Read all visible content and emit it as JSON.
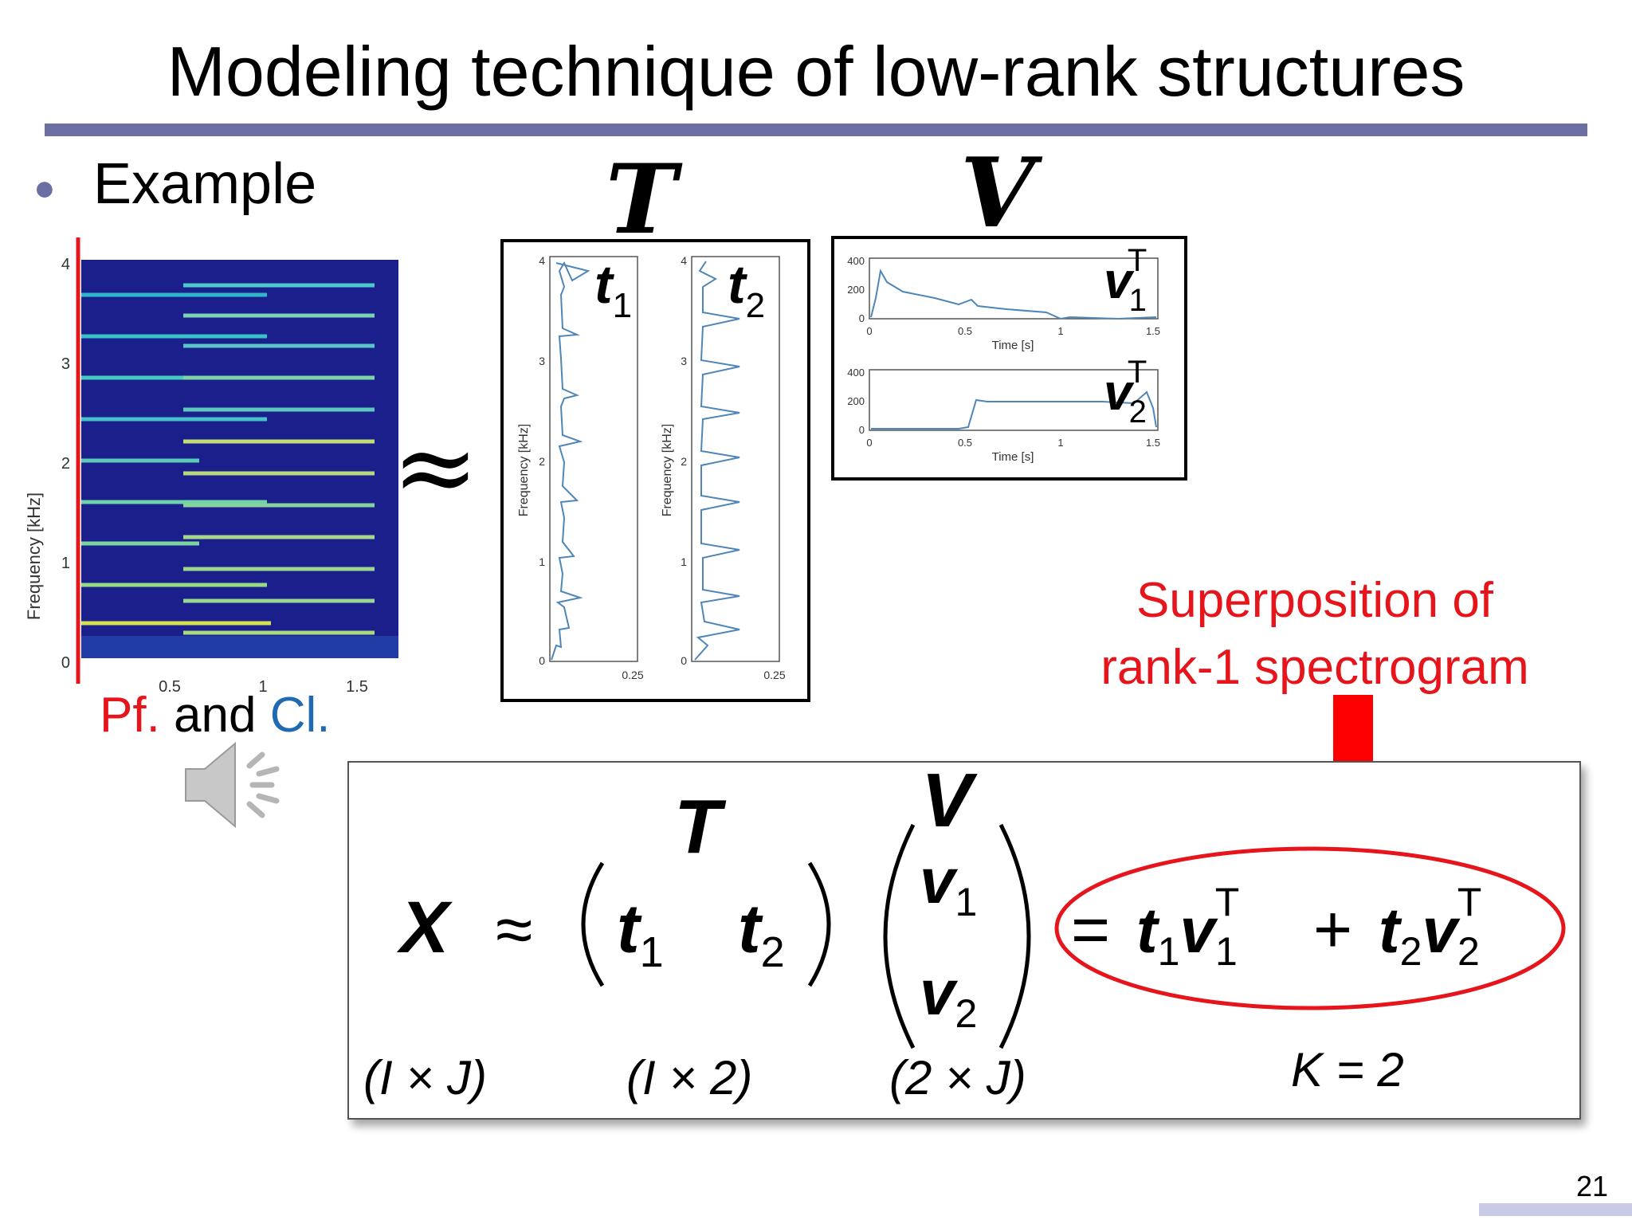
{
  "slide": {
    "title": "Modeling technique of low-rank structures",
    "bullet": "Example",
    "page_number": "21"
  },
  "matrix_labels": {
    "T": "T",
    "V": "V",
    "approx": "≈",
    "t1": "t",
    "t2": "t",
    "v1": "v",
    "v2": "v",
    "sub1": "1",
    "sub2": "2",
    "sup_T": "T"
  },
  "spectrogram": {
    "ylabel": "Frequency [kHz]",
    "yticks": [
      "0",
      "1",
      "2",
      "3",
      "4"
    ],
    "xticks": [
      "0.5",
      "1",
      "1.5"
    ]
  },
  "basis_plots": {
    "ylabel": "Frequency [kHz]",
    "yticks": [
      "0",
      "1",
      "2",
      "3",
      "4"
    ],
    "xtick": "0.25"
  },
  "activation_plots": {
    "xlabel": "Time [s]",
    "yticks": [
      "0",
      "200",
      "400"
    ],
    "xticks": [
      "0",
      "0.5",
      "1",
      "1.5"
    ]
  },
  "caption": {
    "pf": "Pf.",
    "and": " and ",
    "cl": "Cl."
  },
  "annotation": {
    "line1": "Superposition of",
    "line2": "rank-1 spectrogram"
  },
  "formula": {
    "X": "X",
    "approx": "≈",
    "T": "T",
    "V": "V",
    "eq": "=",
    "plus": "+",
    "dim_x": "(I × J)",
    "dim_t": "(I × 2)",
    "dim_v": "(2 × J)",
    "k": "K = 2"
  },
  "colors": {
    "accent_rule": "#6b6fa1",
    "red": "#e6141b",
    "blue": "#1f6ab0",
    "spectrogram_bg": "#1a1f8c",
    "curve": "#4f86b8"
  },
  "icons": [
    "speaker-icon",
    "down-arrow-icon"
  ]
}
